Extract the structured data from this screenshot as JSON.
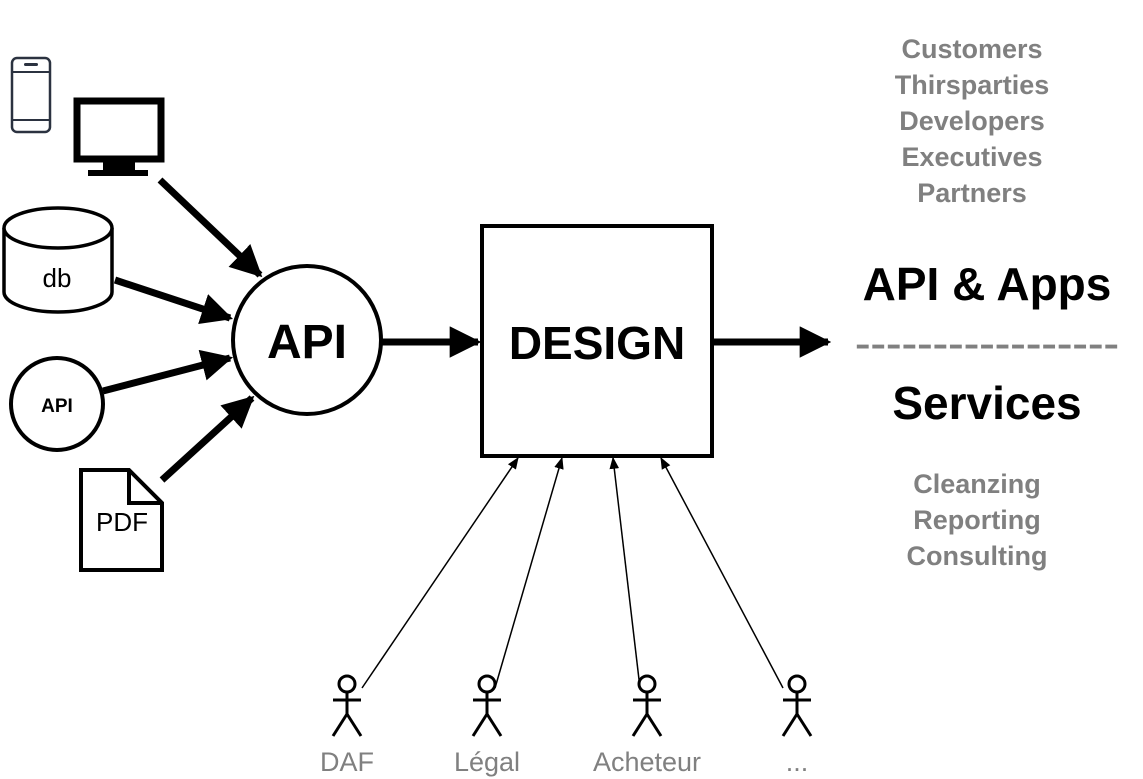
{
  "sources": {
    "db_label": "db",
    "api_small_label": "API",
    "pdf_label": "PDF"
  },
  "hub": {
    "api_label": "API"
  },
  "design": {
    "label": "DESIGN"
  },
  "audiences": [
    "Customers",
    "Thirsparties",
    "Developers",
    "Executives",
    "Partners"
  ],
  "outputs": {
    "top": "API & Apps",
    "divider": "-----------------",
    "bottom": "Services"
  },
  "services": [
    "Cleanzing",
    "Reporting",
    "Consulting"
  ],
  "actors": [
    "DAF",
    "Légal",
    "Acheteur",
    "..."
  ],
  "colors": {
    "ink": "#000000",
    "muted": "#808080",
    "device": "#2b3240"
  }
}
